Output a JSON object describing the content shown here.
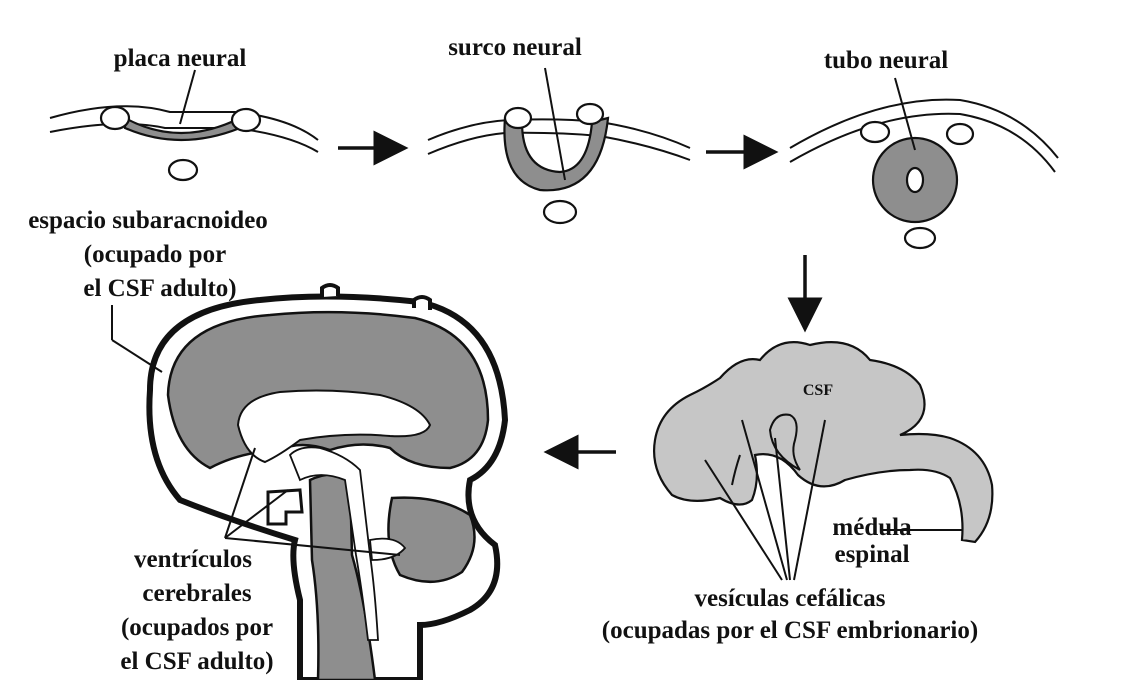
{
  "labels": {
    "placa": "placa neural",
    "surco": "surco neural",
    "tubo": "tubo neural",
    "espacio": [
      "espacio subaracnoideo",
      "(ocupado por",
      "el CSF adulto)"
    ],
    "ventriculos": [
      "ventrículos",
      "cerebrales",
      "(ocupados por",
      "el CSF adulto)"
    ],
    "csf": "CSF",
    "medula": [
      "médula",
      "espinal"
    ],
    "vesiculas": [
      "vesículas cefálicas",
      "(ocupadas por el CSF embrionario)"
    ]
  },
  "colors": {
    "tissue": "#8e8e8e",
    "embryo": "#c6c6c6",
    "outline": "#111111"
  }
}
